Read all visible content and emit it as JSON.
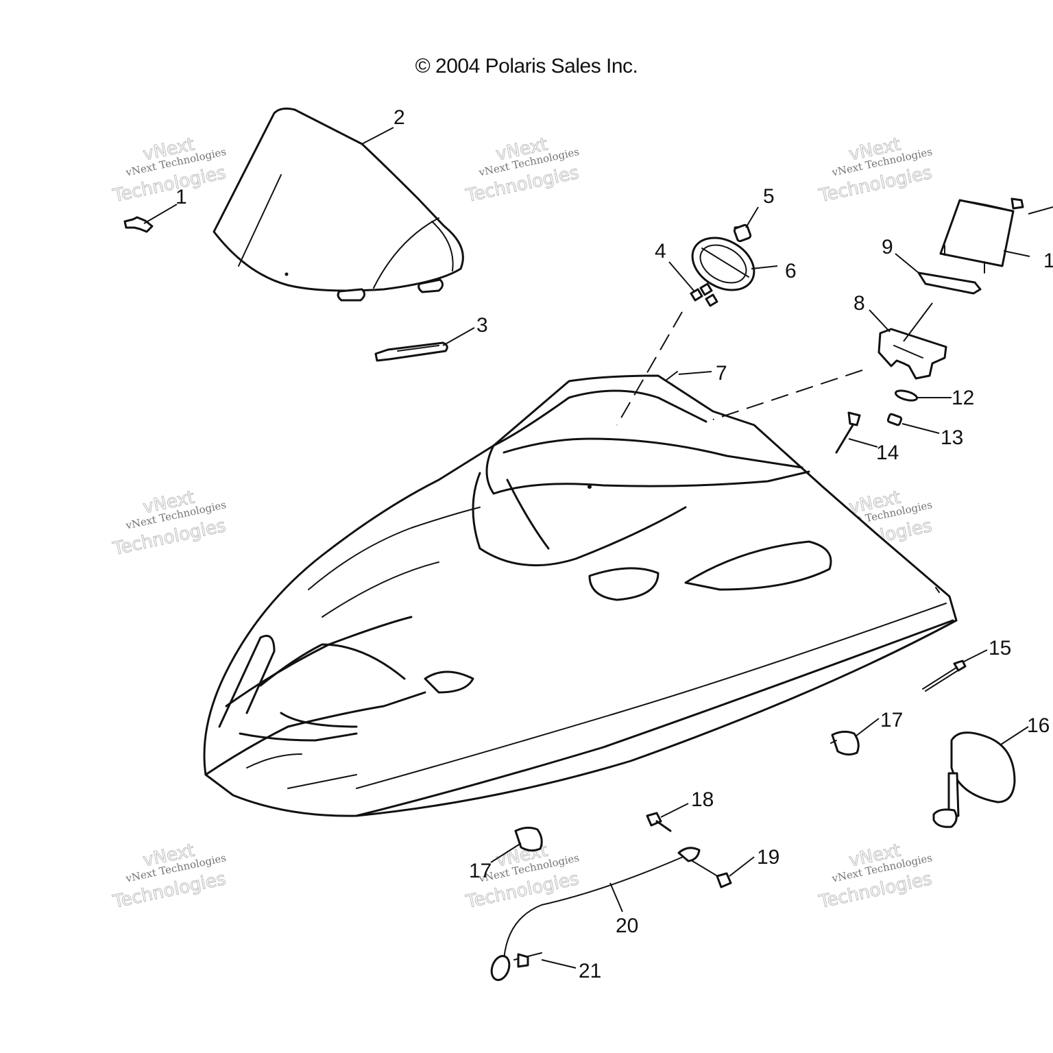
{
  "copyright": "© 2004 Polaris Sales Inc.",
  "watermark": {
    "line1": "vNext Technologies",
    "line2": "vNext",
    "line3": "Technologies"
  },
  "callouts": [
    "1",
    "2",
    "3",
    "4",
    "5",
    "6",
    "1",
    "9",
    "8",
    "7",
    "12",
    "13",
    "14",
    "15",
    "17",
    "16",
    "18",
    "17",
    "19",
    "20",
    "21"
  ]
}
